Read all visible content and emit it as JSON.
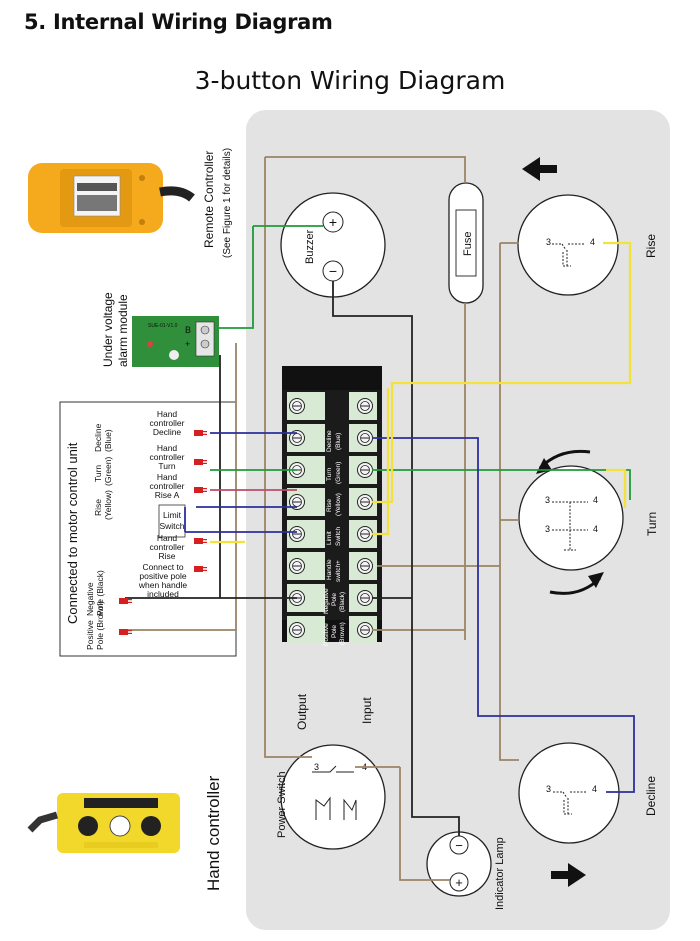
{
  "header": {
    "section_title": "5. Internal Wiring Diagram",
    "diagram_title": "3-button Wiring Diagram"
  },
  "remote": {
    "label": "Remote Controller",
    "sublabel": "(See Figure 1 for details)"
  },
  "alarm_module": {
    "label_line1": "Under voltage",
    "label_line2": "alarm module",
    "pcb_text": "SUE-01-V1.0"
  },
  "buzzer": {
    "label": "Buzzer",
    "plus": "+",
    "minus": "−"
  },
  "fuse": {
    "label": "Fuse"
  },
  "motor_box": {
    "title": "Connected to motor control unit",
    "rows": [
      {
        "color_label": "Decline",
        "color_name": "(Blue)"
      },
      {
        "color_label": "Turn",
        "color_name": "(Green)"
      },
      {
        "color_label": "Rise",
        "color_name": "(Yellow)"
      },
      {
        "color_label": "Negative",
        "color_name": "Pole (Black)"
      },
      {
        "color_label": "Positive",
        "color_name": "Pole (Brown)"
      }
    ],
    "limit_switch": "Limit Switch"
  },
  "hand_labels": [
    {
      "l1": "Hand",
      "l2": "controller",
      "l3": "Decline"
    },
    {
      "l1": "Hand",
      "l2": "controller",
      "l3": "Turn"
    },
    {
      "l1": "Hand",
      "l2": "controller",
      "l3": "Rise A"
    },
    {
      "l1": "Hand",
      "l2": "controller",
      "l3": "Rise"
    },
    {
      "l1": "Connect to",
      "l2": "positive pole",
      "l3": "when handle",
      "l4": "included"
    }
  ],
  "terminal_labels": [
    {
      "l1": "Decline",
      "l2": "(Blue)"
    },
    {
      "l1": "Turn",
      "l2": "(Green)"
    },
    {
      "l1": "Rise",
      "l2": "(Yellow)"
    },
    {
      "l1": "Limit",
      "l2": "Switch"
    },
    {
      "l1": "Handle",
      "l2": "switch+"
    },
    {
      "l1": "Negative",
      "l2": "Pole",
      "l3": "(Black)"
    },
    {
      "l1": "Positive",
      "l2": "Pole",
      "l3": "(Brown)"
    }
  ],
  "terminal": {
    "output": "Output",
    "input": "Input"
  },
  "switches": {
    "rise": "Rise",
    "turn": "Turn",
    "decline": "Decline",
    "pin3": "3",
    "pin4": "4"
  },
  "power_switch": "Power Switch",
  "indicator_lamp": "Indicator Lamp",
  "hand_controller": "Hand controller",
  "wire_colors": {
    "blue": "#2b2f9e",
    "green": "#1f9a3a",
    "yellow": "#f2e23a",
    "black": "#222222",
    "brown": "#9c8466",
    "red": "#d62020"
  }
}
